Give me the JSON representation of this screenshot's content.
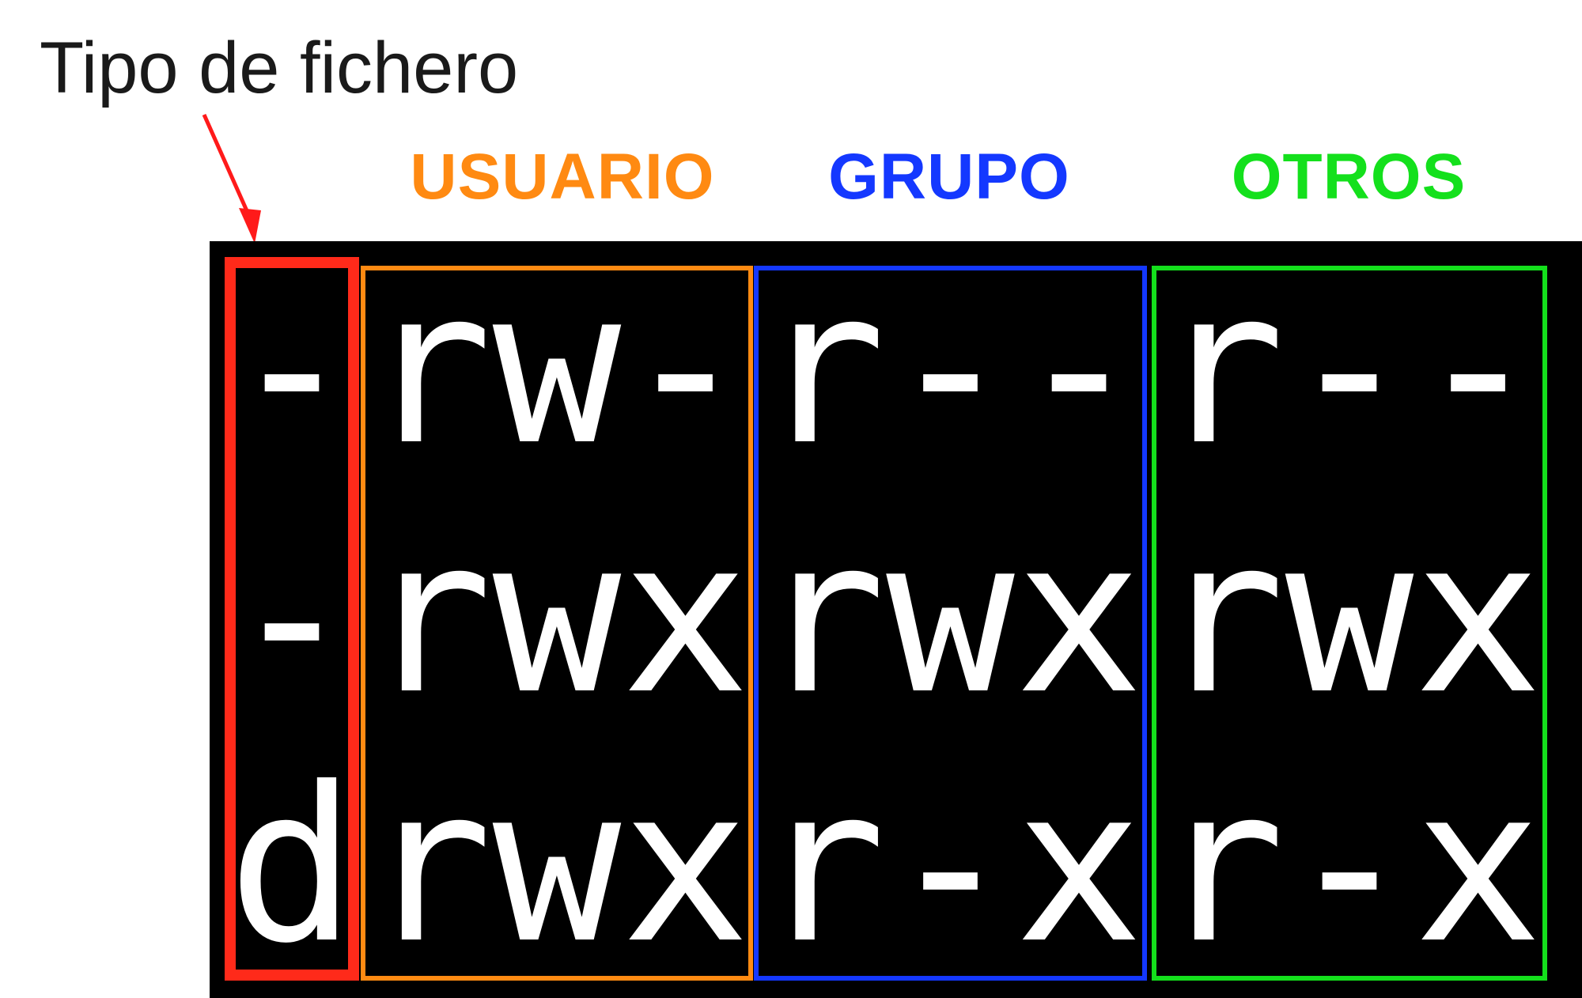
{
  "annotation": {
    "file_type_label": "Tipo de fichero",
    "arrow_color": "#ff1a1a"
  },
  "groups": [
    {
      "label": "USUARIO",
      "color": "#ff8a12"
    },
    {
      "label": "GRUPO",
      "color": "#1438ff"
    },
    {
      "label": "OTROS",
      "color": "#14e01c"
    }
  ],
  "file_type_box_color": "#ff2a1a",
  "terminal_background": "#000000",
  "rows": [
    {
      "type": "-",
      "user": "rw-",
      "group": "r--",
      "other": "r--"
    },
    {
      "type": "-",
      "user": "rwx",
      "group": "rwx",
      "other": "rwx"
    },
    {
      "type": "d",
      "user": "rwx",
      "group": "r-x",
      "other": "r-x"
    }
  ]
}
